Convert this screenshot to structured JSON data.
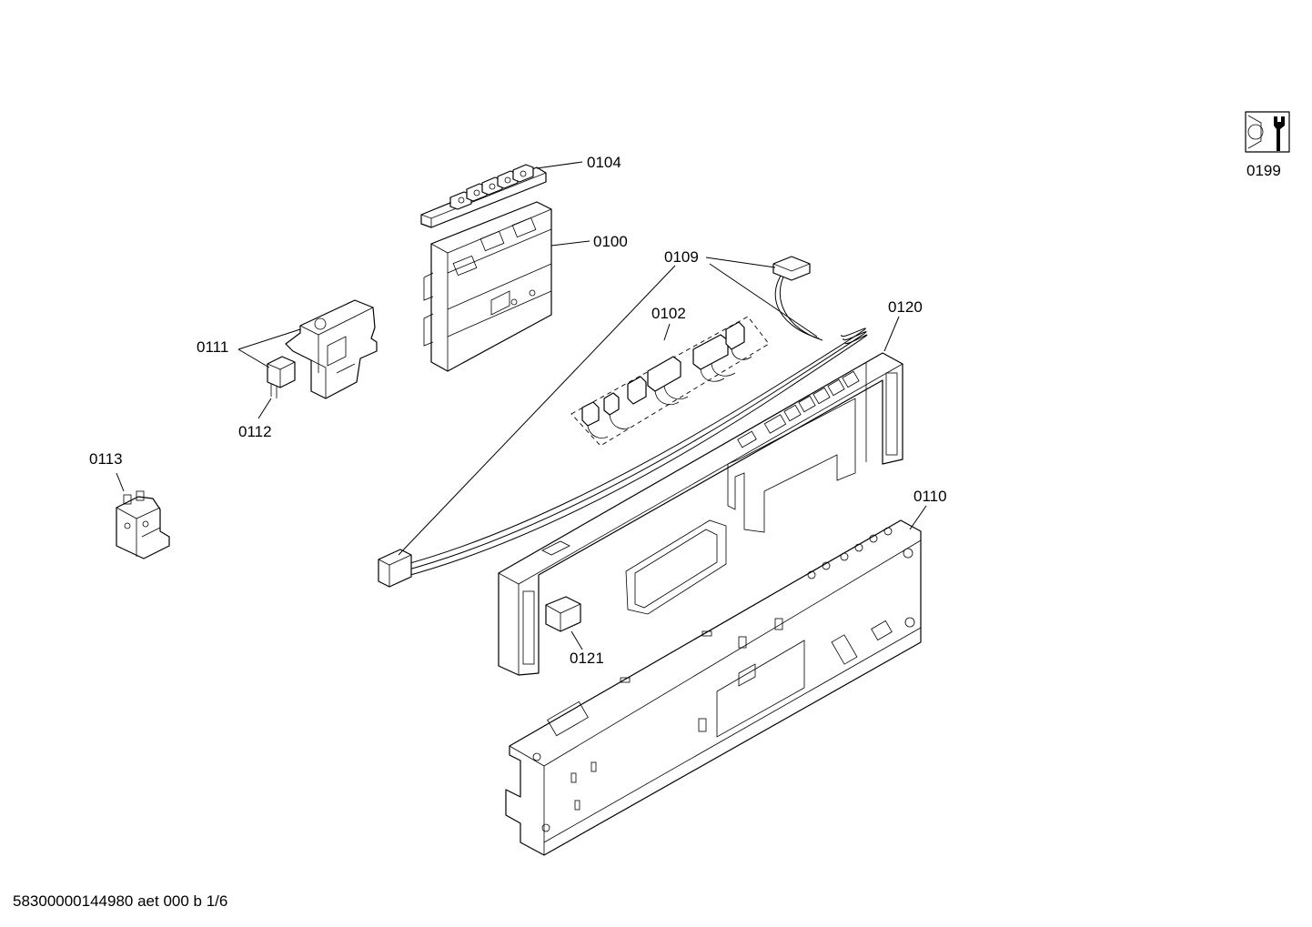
{
  "diagram": {
    "part_labels": {
      "p0104": "0104",
      "p0100": "0100",
      "p0109": "0109",
      "p0102": "0102",
      "p0120": "0120",
      "p0111": "0111",
      "p0112": "0112",
      "p0113": "0113",
      "p0110": "0110",
      "p0121": "0121",
      "p0199": "0199"
    },
    "icons": {
      "service_icon": "wrench-nut-icon"
    }
  },
  "footer": {
    "document_id": "58300000144980 aet 000 b 1/6"
  }
}
